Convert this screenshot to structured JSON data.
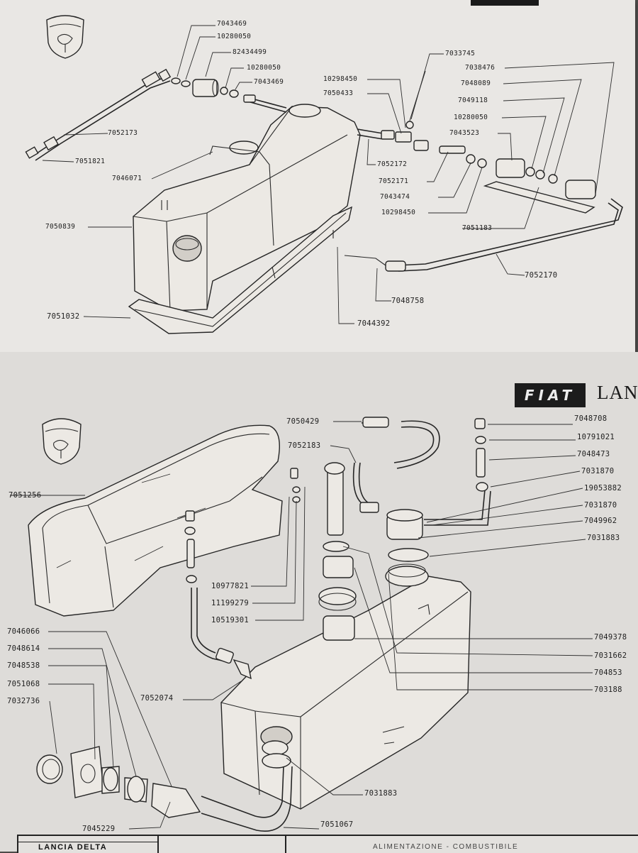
{
  "top_sheet": {
    "labels": [
      "7043469",
      "10280050",
      "82434499",
      "10280050",
      "7043469",
      "7033745",
      "7038476",
      "7048089",
      "7049118",
      "10280050",
      "7043523",
      "10298450",
      "7050433",
      "7052173",
      "7051821",
      "7046071",
      "7052172",
      "7052171",
      "7043474",
      "10298450",
      "7050839",
      "7051183",
      "7052170",
      "7048758",
      "7051032",
      "7044392"
    ]
  },
  "bottom_sheet": {
    "brand_logo_text": "FIAT",
    "brand_text": "LANC",
    "labels": [
      "7050429",
      "7052183",
      "7048708",
      "10791021",
      "7048473",
      "7031870",
      "19053882",
      "7031870",
      "7049962",
      "7031883",
      "7051256",
      "10977821",
      "11199279",
      "10519301",
      "7046066",
      "7048614",
      "7048538",
      "7051068",
      "7032736",
      "7052074",
      "7049378",
      "7031662",
      "704853",
      "703188",
      "7031883",
      "7045229",
      "7051067"
    ]
  },
  "title_block": {
    "model": "LANCIA DELTA",
    "section": "ALIMENTAZIONE - COMBUSTIBILE"
  }
}
